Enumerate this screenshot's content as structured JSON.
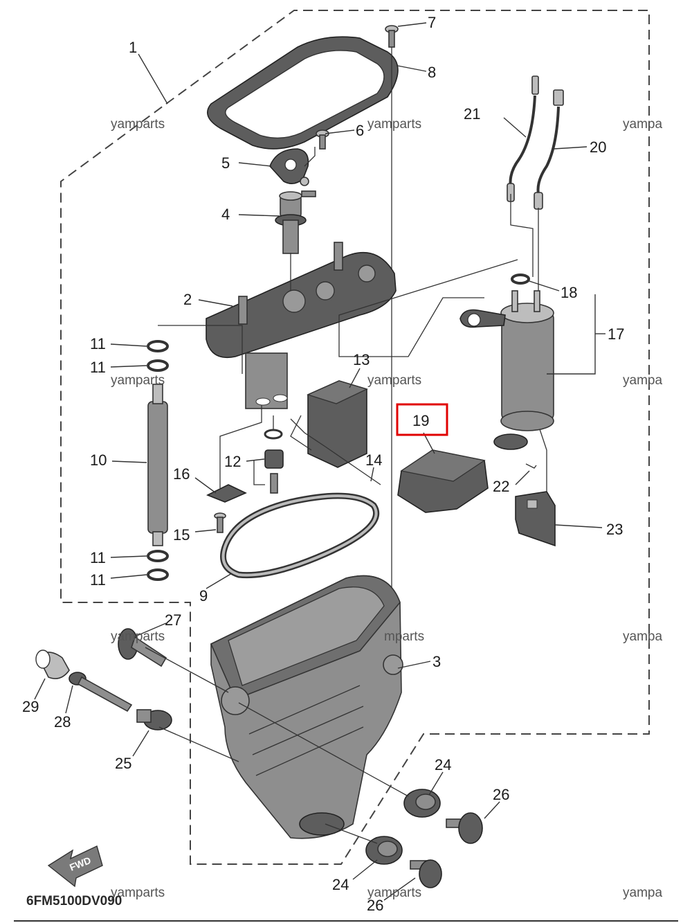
{
  "diagram_code": "6FM5100DV090",
  "watermark": "yamparts",
  "watermark_partial": "yampa",
  "watermark_mid": "mparts",
  "direction_label": "FWD",
  "highlight_color": "#e00000",
  "callouts": {
    "c1": "1",
    "c2": "2",
    "c3": "3",
    "c4": "4",
    "c5": "5",
    "c6": "6",
    "c7": "7",
    "c8": "8",
    "c9": "9",
    "c10": "10",
    "c11": "11",
    "c12": "12",
    "c13": "13",
    "c14": "14",
    "c15": "15",
    "c16": "16",
    "c17": "17",
    "c18": "18",
    "c19": "19",
    "c20": "20",
    "c21": "21",
    "c22": "22",
    "c23": "23",
    "c24": "24",
    "c25": "25",
    "c26": "26",
    "c27": "27",
    "c28": "28",
    "c29": "29"
  }
}
